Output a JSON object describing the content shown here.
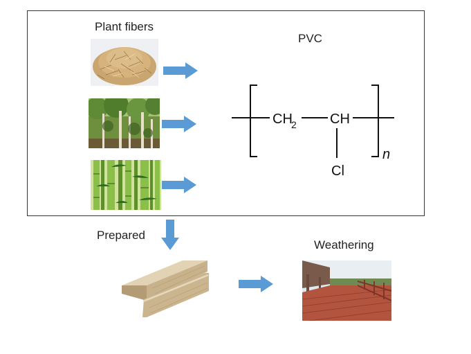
{
  "labels": {
    "plant_fibers": "Plant fibers",
    "pvc": "PVC",
    "prepared": "Prepared",
    "weathering": "Weathering"
  },
  "formula": {
    "ch2": "CH",
    "ch2_sub": "2",
    "ch": "CH",
    "cl": "Cl",
    "n": "n"
  },
  "icons": [
    "fiber-pile-icon",
    "tree-forest-icon",
    "bamboo-icon",
    "wood-plank-icon",
    "deck-scene-icon",
    "arrow-right-icon",
    "arrow-down-icon"
  ],
  "colors": {
    "arrow": "#5b9bd5",
    "frame": "#333333",
    "fiber": "#c9a570",
    "bamboo": "#7fb24a",
    "plank": "#c8b28c",
    "deck": "#b3543f"
  }
}
